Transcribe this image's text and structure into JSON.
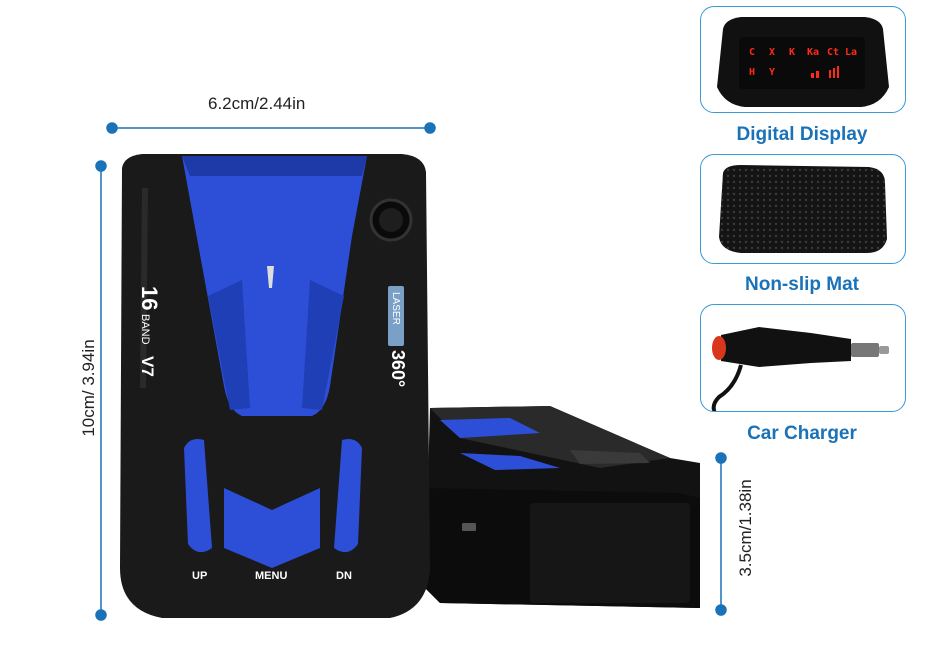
{
  "dimensions": {
    "width": "6.2cm/2.44in",
    "height": "10cm/ 3.94in",
    "depth": "3.5cm/1.38in"
  },
  "device": {
    "model_text": "16 BAND V7",
    "model_number": "16",
    "model_band": "BAND",
    "model_version": "V7",
    "laser_text": "LASER",
    "coverage_text": "360°",
    "buttons": {
      "up": "UP",
      "menu": "MENU",
      "down": "DN"
    },
    "side_button_label": "UP",
    "accent_color": "#2d4fd8",
    "body_color": "#1a1a1a"
  },
  "display": {
    "row1": [
      "C",
      "X",
      "K",
      "Ka",
      "Ct",
      "La"
    ],
    "row2": [
      "H",
      "Y"
    ],
    "led_color": "#ff2a1a"
  },
  "accessories": [
    {
      "label": "Digital Display"
    },
    {
      "label": "Non-slip Mat"
    },
    {
      "label": "Car Charger"
    }
  ],
  "ui_colors": {
    "caption": "#1a72b8",
    "dimension_line": "#1a72b8"
  }
}
